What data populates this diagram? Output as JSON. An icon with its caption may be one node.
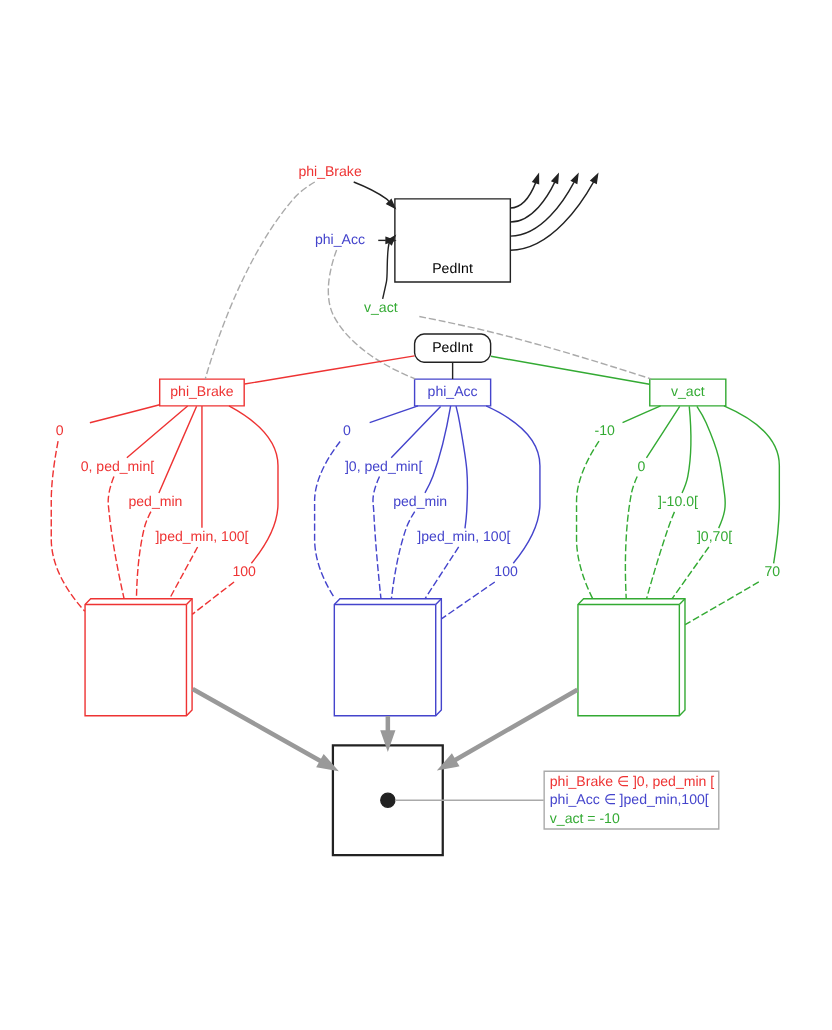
{
  "diagram": {
    "nodes": [
      {
        "text": [
          "phi_Brake"
        ]
      },
      {
        "text": [
          "phi_Acc"
        ]
      },
      {
        "text": [
          "v_act"
        ]
      },
      {
        "text": [
          "PedInt"
        ]
      },
      {
        "text": [
          "PedInt"
        ]
      },
      {
        "text": [
          "phi_Brake"
        ]
      },
      {
        "text": [
          "phi_Acc"
        ]
      },
      {
        "text": [
          "v_act"
        ]
      },
      {
        "text": [
          "0"
        ]
      },
      {
        "text": [
          "0, ped_min["
        ]
      },
      {
        "text": [
          "ped_min"
        ]
      },
      {
        "text": [
          "]ped_min, 100["
        ]
      },
      {
        "text": [
          "100"
        ]
      },
      {
        "text": [
          "0"
        ]
      },
      {
        "text": [
          "]0, ped_min["
        ]
      },
      {
        "text": [
          "ped_min"
        ]
      },
      {
        "text": [
          "]ped_min, 100["
        ]
      },
      {
        "text": [
          "100"
        ]
      },
      {
        "text": [
          "-10"
        ]
      },
      {
        "text": [
          "0"
        ]
      },
      {
        "text": [
          "]-10.0["
        ]
      },
      {
        "text": [
          "]0,70["
        ]
      },
      {
        "text": [
          "70"
        ]
      },
      {
        "text": [],
        "shape": "cube"
      },
      {
        "text": [],
        "shape": "cube"
      },
      {
        "text": [],
        "shape": "cube"
      },
      {
        "text": [],
        "shape": "cube"
      },
      {
        "text": [],
        "shape": "circle",
        "in": 26
      },
      {
        "text": [
          "phi_Brake ∈ ]0, ped_min [",
          "phi_Acc ∈ ]ped_min,100[",
          "v_act = -10"
        ]
      }
    ],
    "edges": [
      {
        "from": 0,
        "to": 3,
        "arrow": "to",
        "color": "#222222"
      },
      {
        "from": 1,
        "to": 3,
        "arrow": "to",
        "color": "#222222"
      },
      {
        "from": 2,
        "to": 3,
        "arrow": "to",
        "color": "#222222"
      },
      {
        "from": 3,
        "to": null,
        "arrow": "to",
        "color": "#222222"
      },
      {
        "from": 3,
        "to": null,
        "arrow": "to",
        "color": "#222222"
      },
      {
        "from": 3,
        "to": null,
        "arrow": "to",
        "color": "#222222"
      },
      {
        "from": 3,
        "to": null,
        "arrow": "to",
        "color": "#222222"
      },
      {
        "from": 4,
        "to": 5,
        "arrow": "none",
        "color": "#ee3333"
      },
      {
        "from": 4,
        "to": 6,
        "arrow": "none",
        "color": "#222222"
      },
      {
        "from": 4,
        "to": 7,
        "arrow": "none",
        "color": "#33aa33"
      },
      {
        "from": 0,
        "to": 5,
        "arrow": "none",
        "style": "dashed",
        "color": "#aaaaaa"
      },
      {
        "from": 1,
        "to": 6,
        "arrow": "none",
        "style": "dashed",
        "color": "#aaaaaa"
      },
      {
        "from": 2,
        "to": 7,
        "arrow": "none",
        "style": "dashed",
        "color": "#aaaaaa"
      },
      {
        "from": 5,
        "to": 8,
        "arrow": "none",
        "color": "#ee3333"
      },
      {
        "from": 5,
        "to": 9,
        "arrow": "none",
        "color": "#ee3333"
      },
      {
        "from": 5,
        "to": 10,
        "arrow": "none",
        "color": "#ee3333"
      },
      {
        "from": 5,
        "to": 11,
        "arrow": "none",
        "color": "#ee3333"
      },
      {
        "from": 5,
        "to": 12,
        "arrow": "none",
        "color": "#ee3333"
      },
      {
        "from": 6,
        "to": 13,
        "arrow": "none",
        "color": "#4444cc"
      },
      {
        "from": 6,
        "to": 14,
        "arrow": "none",
        "color": "#4444cc"
      },
      {
        "from": 6,
        "to": 15,
        "arrow": "none",
        "color": "#4444cc"
      },
      {
        "from": 6,
        "to": 16,
        "arrow": "none",
        "color": "#4444cc"
      },
      {
        "from": 6,
        "to": 17,
        "arrow": "none",
        "color": "#4444cc"
      },
      {
        "from": 7,
        "to": 18,
        "arrow": "none",
        "color": "#33aa33"
      },
      {
        "from": 7,
        "to": 19,
        "arrow": "none",
        "color": "#33aa33"
      },
      {
        "from": 7,
        "to": 20,
        "arrow": "none",
        "color": "#33aa33"
      },
      {
        "from": 7,
        "to": 21,
        "arrow": "none",
        "color": "#33aa33"
      },
      {
        "from": 7,
        "to": 22,
        "arrow": "none",
        "color": "#33aa33"
      },
      {
        "from": 8,
        "to": 23,
        "arrow": "none",
        "style": "dashed",
        "color": "#ee3333"
      },
      {
        "from": 9,
        "to": 23,
        "arrow": "none",
        "style": "dashed",
        "color": "#ee3333"
      },
      {
        "from": 10,
        "to": 23,
        "arrow": "none",
        "style": "dashed",
        "color": "#ee3333"
      },
      {
        "from": 11,
        "to": 23,
        "arrow": "none",
        "style": "dashed",
        "color": "#ee3333"
      },
      {
        "from": 12,
        "to": 23,
        "arrow": "none",
        "style": "dashed",
        "color": "#ee3333"
      },
      {
        "from": 13,
        "to": 24,
        "arrow": "none",
        "style": "dashed",
        "color": "#4444cc"
      },
      {
        "from": 14,
        "to": 24,
        "arrow": "none",
        "style": "dashed",
        "color": "#4444cc"
      },
      {
        "from": 15,
        "to": 24,
        "arrow": "none",
        "style": "dashed",
        "color": "#4444cc"
      },
      {
        "from": 16,
        "to": 24,
        "arrow": "none",
        "style": "dashed",
        "color": "#4444cc"
      },
      {
        "from": 17,
        "to": 24,
        "arrow": "none",
        "style": "dashed",
        "color": "#4444cc"
      },
      {
        "from": 18,
        "to": 25,
        "arrow": "none",
        "style": "dashed",
        "color": "#33aa33"
      },
      {
        "from": 19,
        "to": 25,
        "arrow": "none",
        "style": "dashed",
        "color": "#33aa33"
      },
      {
        "from": 20,
        "to": 25,
        "arrow": "none",
        "style": "dashed",
        "color": "#33aa33"
      },
      {
        "from": 21,
        "to": 25,
        "arrow": "none",
        "style": "dashed",
        "color": "#33aa33"
      },
      {
        "from": 22,
        "to": 25,
        "arrow": "none",
        "style": "dashed",
        "color": "#33aa33"
      },
      {
        "from": 23,
        "to": 26,
        "arrow": "to",
        "style": "thick",
        "color": "#999999"
      },
      {
        "from": 24,
        "to": 26,
        "arrow": "to",
        "style": "thick",
        "color": "#999999"
      },
      {
        "from": 25,
        "to": 26,
        "arrow": "to",
        "style": "thick",
        "color": "#999999"
      },
      {
        "from": 28,
        "to": 27,
        "arrow": "none",
        "color": "#aaaaaa"
      }
    ]
  }
}
